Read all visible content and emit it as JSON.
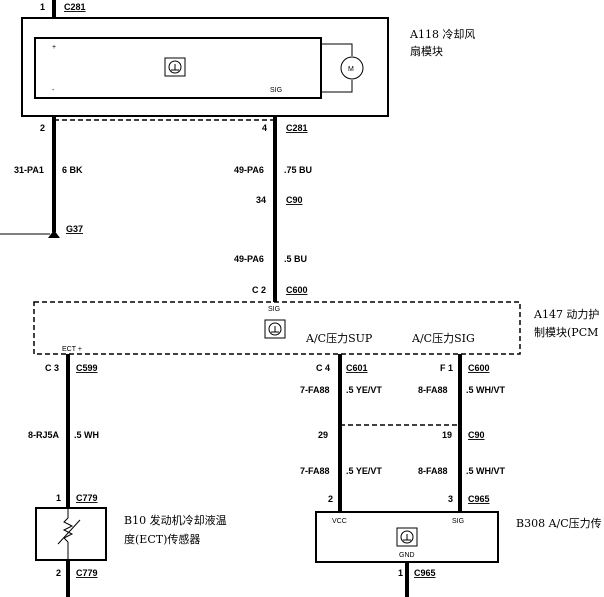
{
  "top": {
    "pin": "1",
    "connector": "C281"
  },
  "a118": {
    "label_line1": "A118 冷却风",
    "label_line2": "扇模块",
    "plus": "+",
    "minus": "-",
    "sig": "SIG",
    "motor": "M"
  },
  "left_wire": {
    "pin": "2",
    "circuit": "31-PA1",
    "spec": "6 BK",
    "ground": "G37"
  },
  "mid_wire": {
    "pin_top": "4",
    "conn_top": "C281",
    "circuit1": "49-PA6",
    "spec1": ".75 BU",
    "pin_mid": "34",
    "conn_mid": "C90",
    "circuit2": "49-PA6",
    "spec2": ".5 BU",
    "pin_bot": "C 2",
    "conn_bot": "C600"
  },
  "a147": {
    "label_line1": "A147 动力护",
    "label_line2": "制模块(PCM",
    "sig": "SIG",
    "ect": "ECT +",
    "sup": "A/C压力SUP",
    "sigtxt": "A/C压力SIG"
  },
  "ect_wire": {
    "pin_top": "C 3",
    "conn_top": "C599",
    "circuit": "8-RJ5A",
    "spec": ".5 WH",
    "pin_b10": "1",
    "conn_b10": "C779",
    "pin_b10_bot": "2",
    "conn_b10_bot": "C779"
  },
  "b10": {
    "label_line1": "B10 发动机冷却液温",
    "label_line2": "度(ECT)传感器"
  },
  "sup_wire": {
    "pin_top": "C 4",
    "conn_top": "C601",
    "circuit1": "7-FA88",
    "spec1": ".5 YE/VT",
    "pin_mid": "29",
    "circuit2": "7-FA88",
    "spec2": ".5 YE/VT",
    "pin_bot": "2"
  },
  "sig_wire": {
    "pin_top": "F 1",
    "conn_top": "C600",
    "circuit1": "8-FA88",
    "spec1": ".5 WH/VT",
    "pin_mid": "19",
    "conn_mid": "C90",
    "circuit2": "8-FA88",
    "spec2": ".5 WH/VT",
    "pin_bot": "3",
    "conn_bot": "C965"
  },
  "b308": {
    "label": "B308 A/C压力传",
    "vcc": "VCC",
    "sig": "SIG",
    "gnd": "GND",
    "pin_gnd": "1",
    "conn_gnd": "C965"
  }
}
